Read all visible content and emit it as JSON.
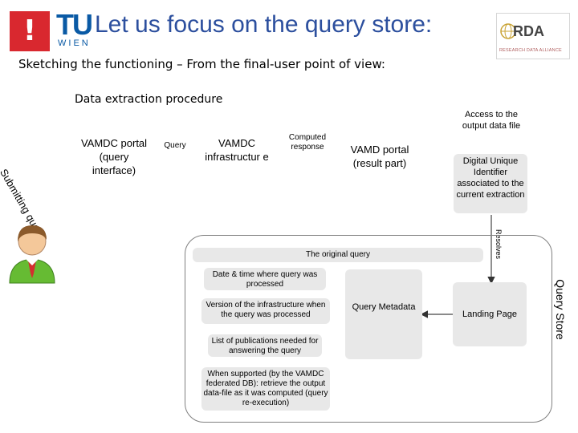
{
  "header": {
    "title": "Let us focus on the query store:",
    "tu_letters": "TU",
    "tu_wien": "WIEN",
    "rda_logo": "RDA",
    "rda_subtitle": "RESEARCH DATA ALLIANCE"
  },
  "subtitle": "Sketching the functioning – From the final-user point of view:",
  "procedure_title": "Data extraction procedure",
  "flow": {
    "portal_query": "VAMDC portal (query interface)",
    "query_label": "Query",
    "infrastructure": "VAMDC infrastructur e",
    "computed_response": "Computed response",
    "portal_result": "VAMD portal (result part)",
    "access_output": "Access to the output data file",
    "digital_identifier": "Digital Unique Identifier associated to the current extraction",
    "resolves": "Resolves",
    "submitting_query": "Submitting query"
  },
  "query_store": {
    "label": "Query Store",
    "original_query": "The original query",
    "items": [
      "Date & time where query was processed",
      "Version of the infrastructure when the query was processed",
      "List of publications needed for answering the query",
      "When supported (by the VAMDC federated DB): retrieve the output data-file as it was computed (query re-execution)"
    ],
    "metadata": "Query Metadata",
    "landing_page": "Landing Page"
  },
  "colors": {
    "title": "#2c4f9e",
    "shaded_box": "#e8e8e8",
    "red_logo": "#d9282f",
    "frame": "#808080"
  },
  "icons": [
    "warning-exclamation-icon",
    "user-avatar-icon"
  ]
}
